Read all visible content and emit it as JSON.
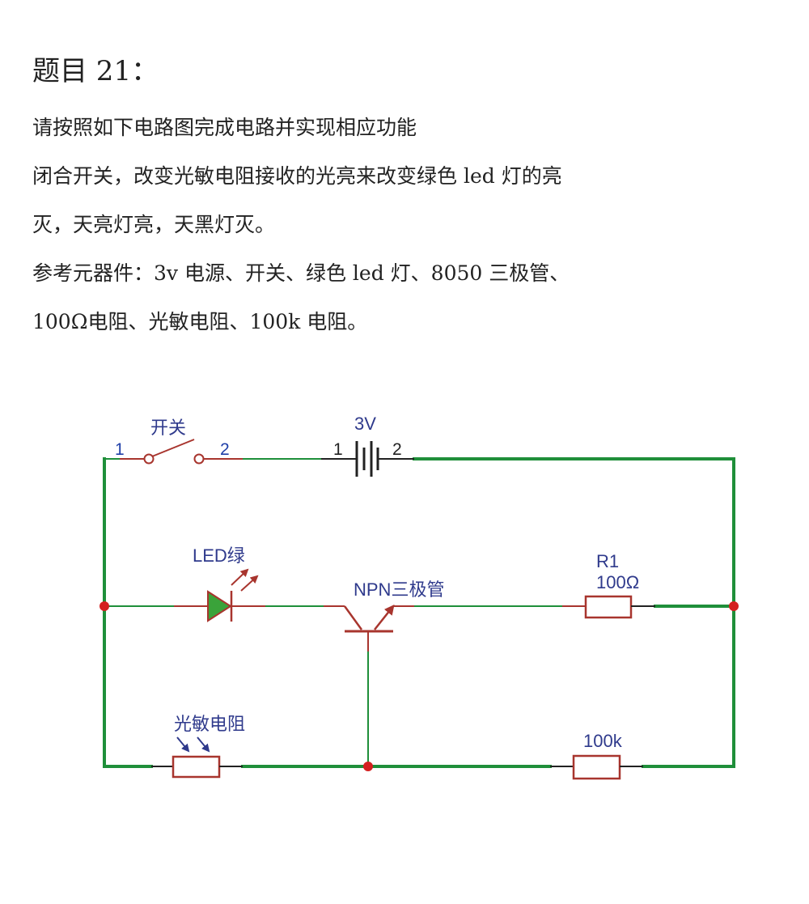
{
  "problem": {
    "title": "题目 21：",
    "lines": [
      "请按照如下电路图完成电路并实现相应功能",
      "闭合开关，改变光敏电阻接收的光亮来改变绿色 led 灯的亮",
      "灭，天亮灯亮，天黑灯灭。",
      "参考元器件：3v 电源、开关、绿色 led 灯、8050 三极管、",
      "100Ω电阻、光敏电阻、100k 电阻。"
    ]
  },
  "circuit": {
    "switch_label": "开关",
    "switch_pin1": "1",
    "switch_pin2": "2",
    "battery_label": "3V",
    "battery_pin1": "1",
    "battery_pin2": "2",
    "led_label": "LED绿",
    "transistor_label": "NPN三极管",
    "r1_name": "R1",
    "r1_value": "100Ω",
    "photoresistor_label": "光敏电阻",
    "r2_value": "100k",
    "colors": {
      "wire": "#1f8f3a",
      "component": "#a8352e",
      "lead": "#222222",
      "node": "#d42020",
      "led_fill": "#3aa33a",
      "label": "#2f3a8c"
    }
  }
}
